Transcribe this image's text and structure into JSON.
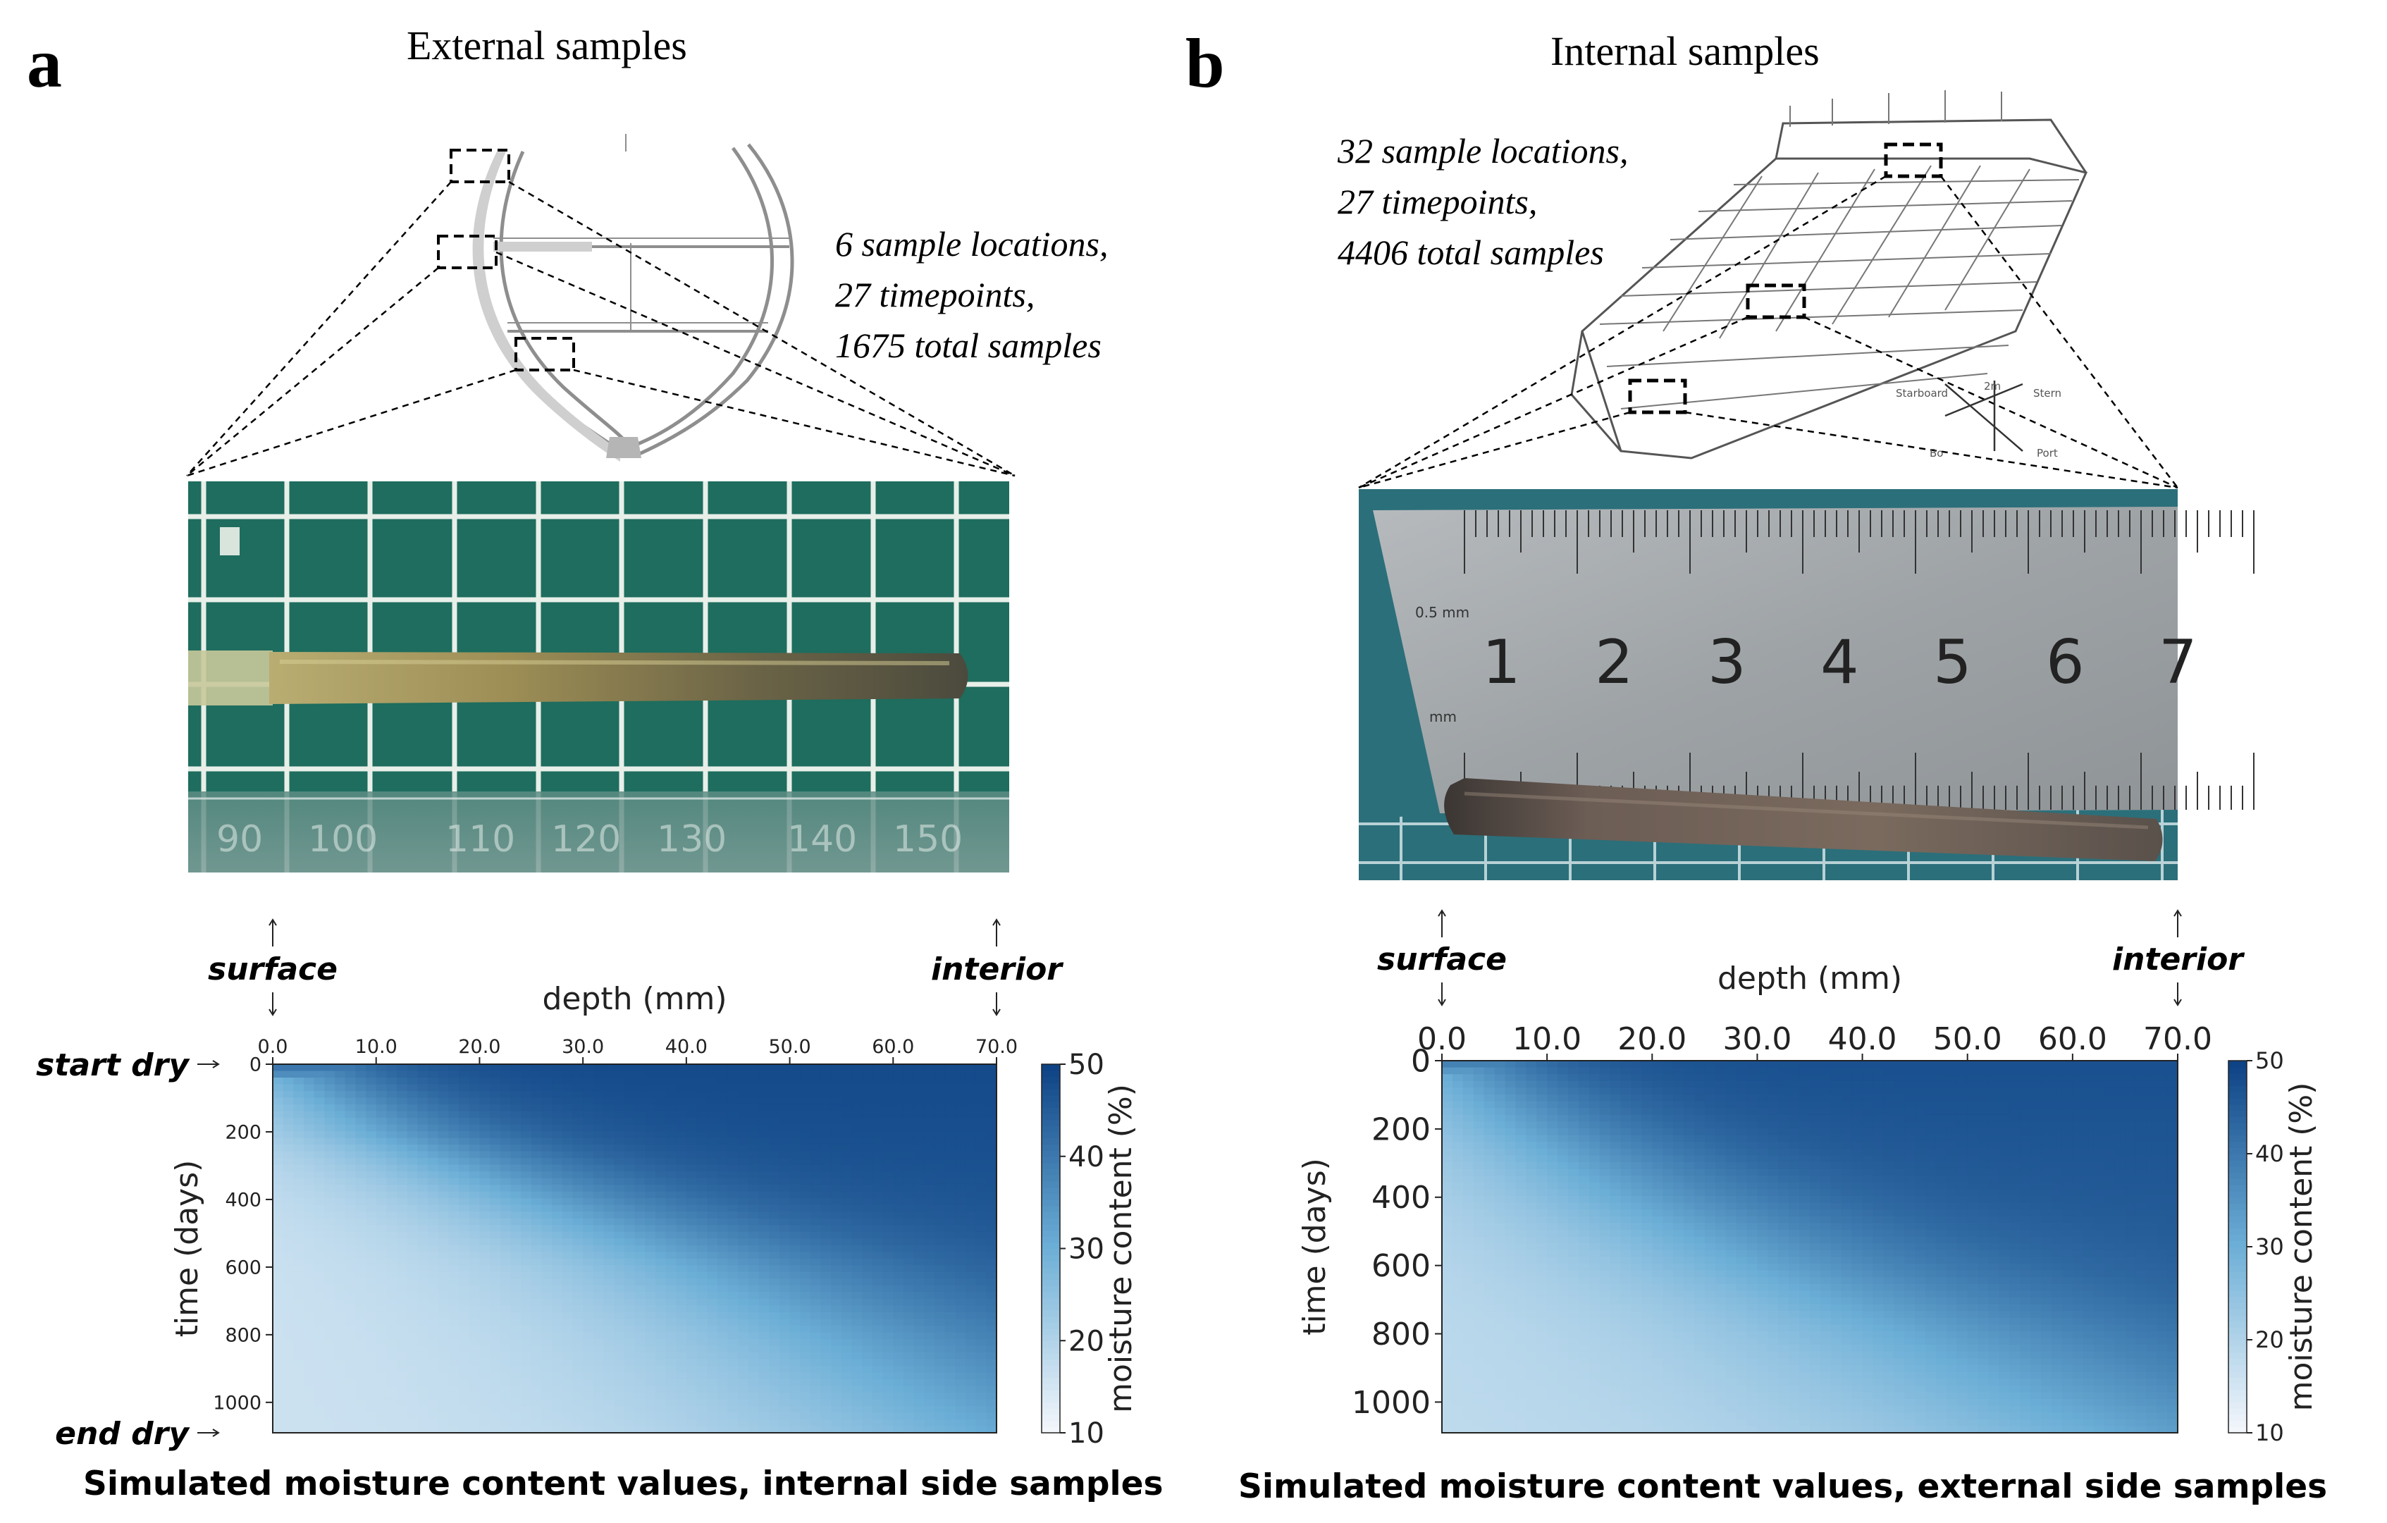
{
  "panels": {
    "a": {
      "letter": "a",
      "title": "External samples",
      "stats": [
        "6 sample locations,",
        "27 timepoints,",
        "1675 total samples"
      ],
      "ruler_labels": [
        "90",
        "100",
        "110",
        "120",
        "130",
        "140",
        "150"
      ],
      "caption": "Simulated moisture content values, internal side samples"
    },
    "b": {
      "letter": "b",
      "title": "Internal samples",
      "stats": [
        "32 sample locations,",
        "27 timepoints,",
        "4406 total samples"
      ],
      "ruler_labels": [
        "1",
        "2",
        "3",
        "4",
        "5",
        "6",
        "7"
      ],
      "ruler_small_labels": [
        "0.5 mm",
        "mm"
      ],
      "ship_axis_labels": [
        "Starboard",
        "2m",
        "Stern",
        "Bo",
        "Port"
      ],
      "caption": "Simulated moisture content values, external side samples"
    }
  },
  "colors": {
    "cmap_low": "#f3f6fb",
    "cmap_high": "#0b3f82",
    "grid_green": "#1f6f5f",
    "ruler_steel": "#a9adb0",
    "core_wood": "#8a7a4a"
  },
  "chart_data": [
    {
      "type": "heatmap",
      "id": "a",
      "title": "",
      "xlabel": "depth (mm)",
      "ylabel": "time (days)",
      "colorbar_label": "moisture content (%)",
      "xlim": [
        0,
        70
      ],
      "ylim": [
        0,
        1090
      ],
      "x_ticks": [
        "0.0",
        "10.0",
        "20.0",
        "30.0",
        "40.0",
        "50.0",
        "60.0",
        "70.0"
      ],
      "y_ticks": [
        "0",
        "200",
        "400",
        "600",
        "800",
        "1000"
      ],
      "colorbar_ticks": [
        "10",
        "20",
        "30",
        "40",
        "50"
      ],
      "clim": [
        10,
        50
      ],
      "side_labels": {
        "left_top": "surface",
        "right_top": "interior",
        "top_row": "start dry",
        "bottom_row": "end dry"
      },
      "drying_front": {
        "time_days": [
          0,
          200,
          400,
          600,
          800,
          1000,
          1090
        ],
        "depth_mm": [
          0,
          10,
          25,
          40,
          52,
          62,
          67
        ]
      },
      "surface_value": 42,
      "core_value": 48,
      "dry_value": 15
    },
    {
      "type": "heatmap",
      "id": "b",
      "title": "",
      "xlabel": "depth (mm)",
      "ylabel": "time (days)",
      "colorbar_label": "moisture content (%)",
      "xlim": [
        0,
        70
      ],
      "ylim": [
        0,
        1090
      ],
      "x_ticks": [
        "0.0",
        "10.0",
        "20.0",
        "30.0",
        "40.0",
        "50.0",
        "60.0",
        "70.0"
      ],
      "y_ticks": [
        "0",
        "200",
        "400",
        "600",
        "800",
        "1000"
      ],
      "colorbar_ticks": [
        "10",
        "20",
        "30",
        "40",
        "50"
      ],
      "clim": [
        10,
        50
      ],
      "side_labels": {
        "left_top": "surface",
        "right_top": "interior"
      },
      "drying_front": {
        "time_days": [
          0,
          200,
          400,
          600,
          800,
          1000,
          1090
        ],
        "depth_mm": [
          0,
          8,
          18,
          30,
          44,
          56,
          62
        ]
      },
      "surface_value": 40,
      "core_value": 47,
      "dry_value": 17
    }
  ]
}
